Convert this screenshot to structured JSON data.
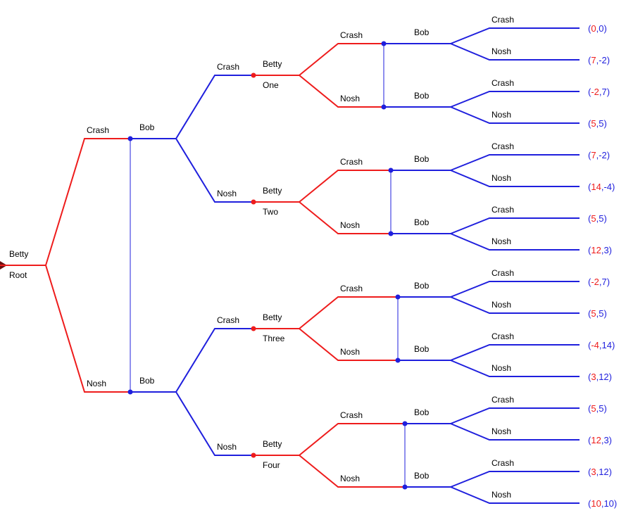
{
  "colors": {
    "betty": "#ee1c1c",
    "bob": "#1f1fdd",
    "text": "#000000",
    "root_arrow": "#6b1010"
  },
  "root": {
    "player": "Betty",
    "name": "Root"
  },
  "betty_actions": [
    "Crash",
    "Nosh"
  ],
  "bob_actions": [
    "Crash",
    "Nosh"
  ],
  "bob_label": "Bob",
  "betty_label": "Betty",
  "level1": [
    {
      "action": "Crash",
      "player": "Bob"
    },
    {
      "action": "Nosh",
      "player": "Bob"
    }
  ],
  "subgames": [
    {
      "from_action": "Crash",
      "player": "Betty",
      "name": "One",
      "payoffs": [
        [
          "0",
          "0"
        ],
        [
          "7",
          "-2"
        ],
        [
          "-2",
          "7"
        ],
        [
          "5",
          "5"
        ]
      ]
    },
    {
      "from_action": "Nosh",
      "player": "Betty",
      "name": "Two",
      "payoffs": [
        [
          "7",
          "-2"
        ],
        [
          "14",
          "-4"
        ],
        [
          "5",
          "5"
        ],
        [
          "12",
          "3"
        ]
      ]
    },
    {
      "from_action": "Crash",
      "player": "Betty",
      "name": "Three",
      "payoffs": [
        [
          "-2",
          "7"
        ],
        [
          "5",
          "5"
        ],
        [
          "-4",
          "14"
        ],
        [
          "3",
          "12"
        ]
      ]
    },
    {
      "from_action": "Nosh",
      "player": "Betty",
      "name": "Four",
      "payoffs": [
        [
          "5",
          "5"
        ],
        [
          "12",
          "3"
        ],
        [
          "3",
          "12"
        ],
        [
          "10",
          "10"
        ]
      ]
    }
  ]
}
